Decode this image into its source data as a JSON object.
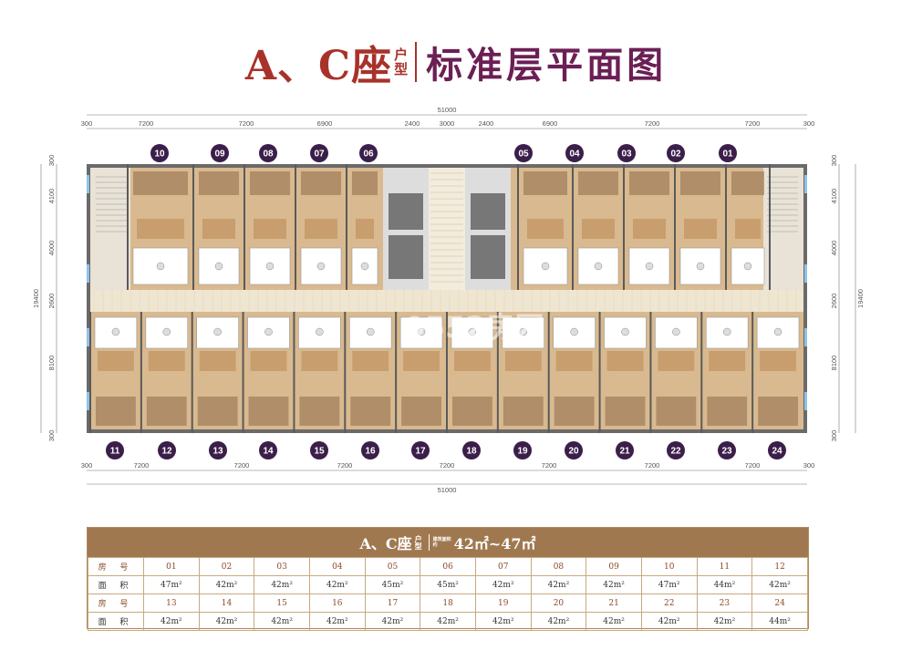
{
  "title": {
    "main": "A、C座",
    "sub_top": "户",
    "sub_bottom": "型",
    "right": "标准层平面图"
  },
  "dimensions": {
    "top_total": "51000",
    "top_segments": [
      "300",
      "7200",
      "7200",
      "6900",
      "2400",
      "3000",
      "2400",
      "6900",
      "7200",
      "7200",
      "300"
    ],
    "bottom_total": "51000",
    "bottom_segments": [
      "300",
      "7200",
      "7200",
      "7200",
      "7200",
      "7200",
      "7200",
      "7200",
      "300"
    ],
    "left_total": "19400",
    "left_segments": [
      "300",
      "4100",
      "4000",
      "2600",
      "8100",
      "300"
    ],
    "right_total": "19400",
    "right_segments": [
      "300",
      "4100",
      "4000",
      "2600",
      "8100",
      "300"
    ]
  },
  "top_room_numbers": [
    "10",
    "09",
    "08",
    "07",
    "06",
    "05",
    "04",
    "03",
    "02",
    "01"
  ],
  "bottom_room_numbers": [
    "11",
    "12",
    "13",
    "14",
    "15",
    "16",
    "17",
    "18",
    "19",
    "20",
    "21",
    "22",
    "23",
    "24"
  ],
  "watermark": "0552房网",
  "summary": {
    "heading_main": "A、C座",
    "heading_sub_top": "户",
    "heading_sub_bottom": "型",
    "heading_small_top": "建筑面积",
    "heading_small_bottom": "约",
    "heading_range": "42㎡~47㎡",
    "label_room": "房 号",
    "label_area": "面 积",
    "rows": [
      {
        "rooms": [
          "01",
          "02",
          "03",
          "04",
          "05",
          "06",
          "07",
          "08",
          "09",
          "10",
          "11",
          "12"
        ],
        "areas": [
          "47m²",
          "42m²",
          "42m²",
          "42m²",
          "45m²",
          "45m²",
          "42m²",
          "42m²",
          "42m²",
          "47m²",
          "44m²",
          "42m²"
        ]
      },
      {
        "rooms": [
          "13",
          "14",
          "15",
          "16",
          "17",
          "18",
          "19",
          "20",
          "21",
          "22",
          "23",
          "24"
        ],
        "areas": [
          "42m²",
          "42m²",
          "42m²",
          "42m²",
          "42m²",
          "42m²",
          "42m²",
          "42m²",
          "42m²",
          "42m²",
          "42m²",
          "44m²"
        ]
      }
    ]
  },
  "colors": {
    "title_red": "#a8322a",
    "title_purple": "#6b1f55",
    "room_marker": "#3b1e4a",
    "floor": "#d9b98f",
    "wall": "#5a5a5a",
    "table_head": "#a07850"
  }
}
